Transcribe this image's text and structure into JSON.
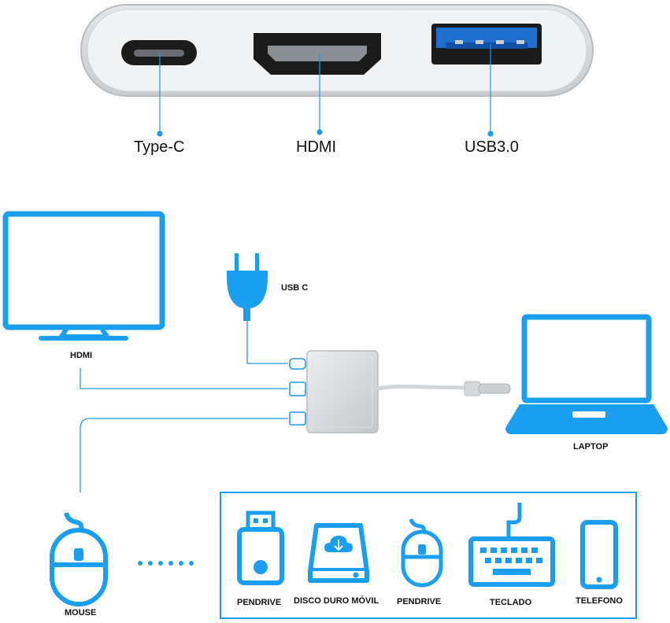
{
  "ports": {
    "typec": "Type-C",
    "hdmi": "HDMI",
    "usb3": "USB3.0"
  },
  "devices": {
    "monitor": "HDMI",
    "power": "USB C",
    "laptop": "LAPTOP",
    "mouse": "MOUSE"
  },
  "peripherals": [
    {
      "label": "PENDRIVE",
      "icon": "usb-flash-drive-icon"
    },
    {
      "label": "DISCO DURO MÓVIL",
      "icon": "external-hard-drive-icon"
    },
    {
      "label": "PENDRIVE",
      "icon": "mouse-icon"
    },
    {
      "label": "TECLADO",
      "icon": "keyboard-icon"
    },
    {
      "label": "TELEFONO",
      "icon": "smartphone-icon"
    }
  ],
  "colors": {
    "accent": "#1e9be6",
    "device_blue": "#1a9ff0",
    "adapter_silver": "#d6d8db"
  }
}
